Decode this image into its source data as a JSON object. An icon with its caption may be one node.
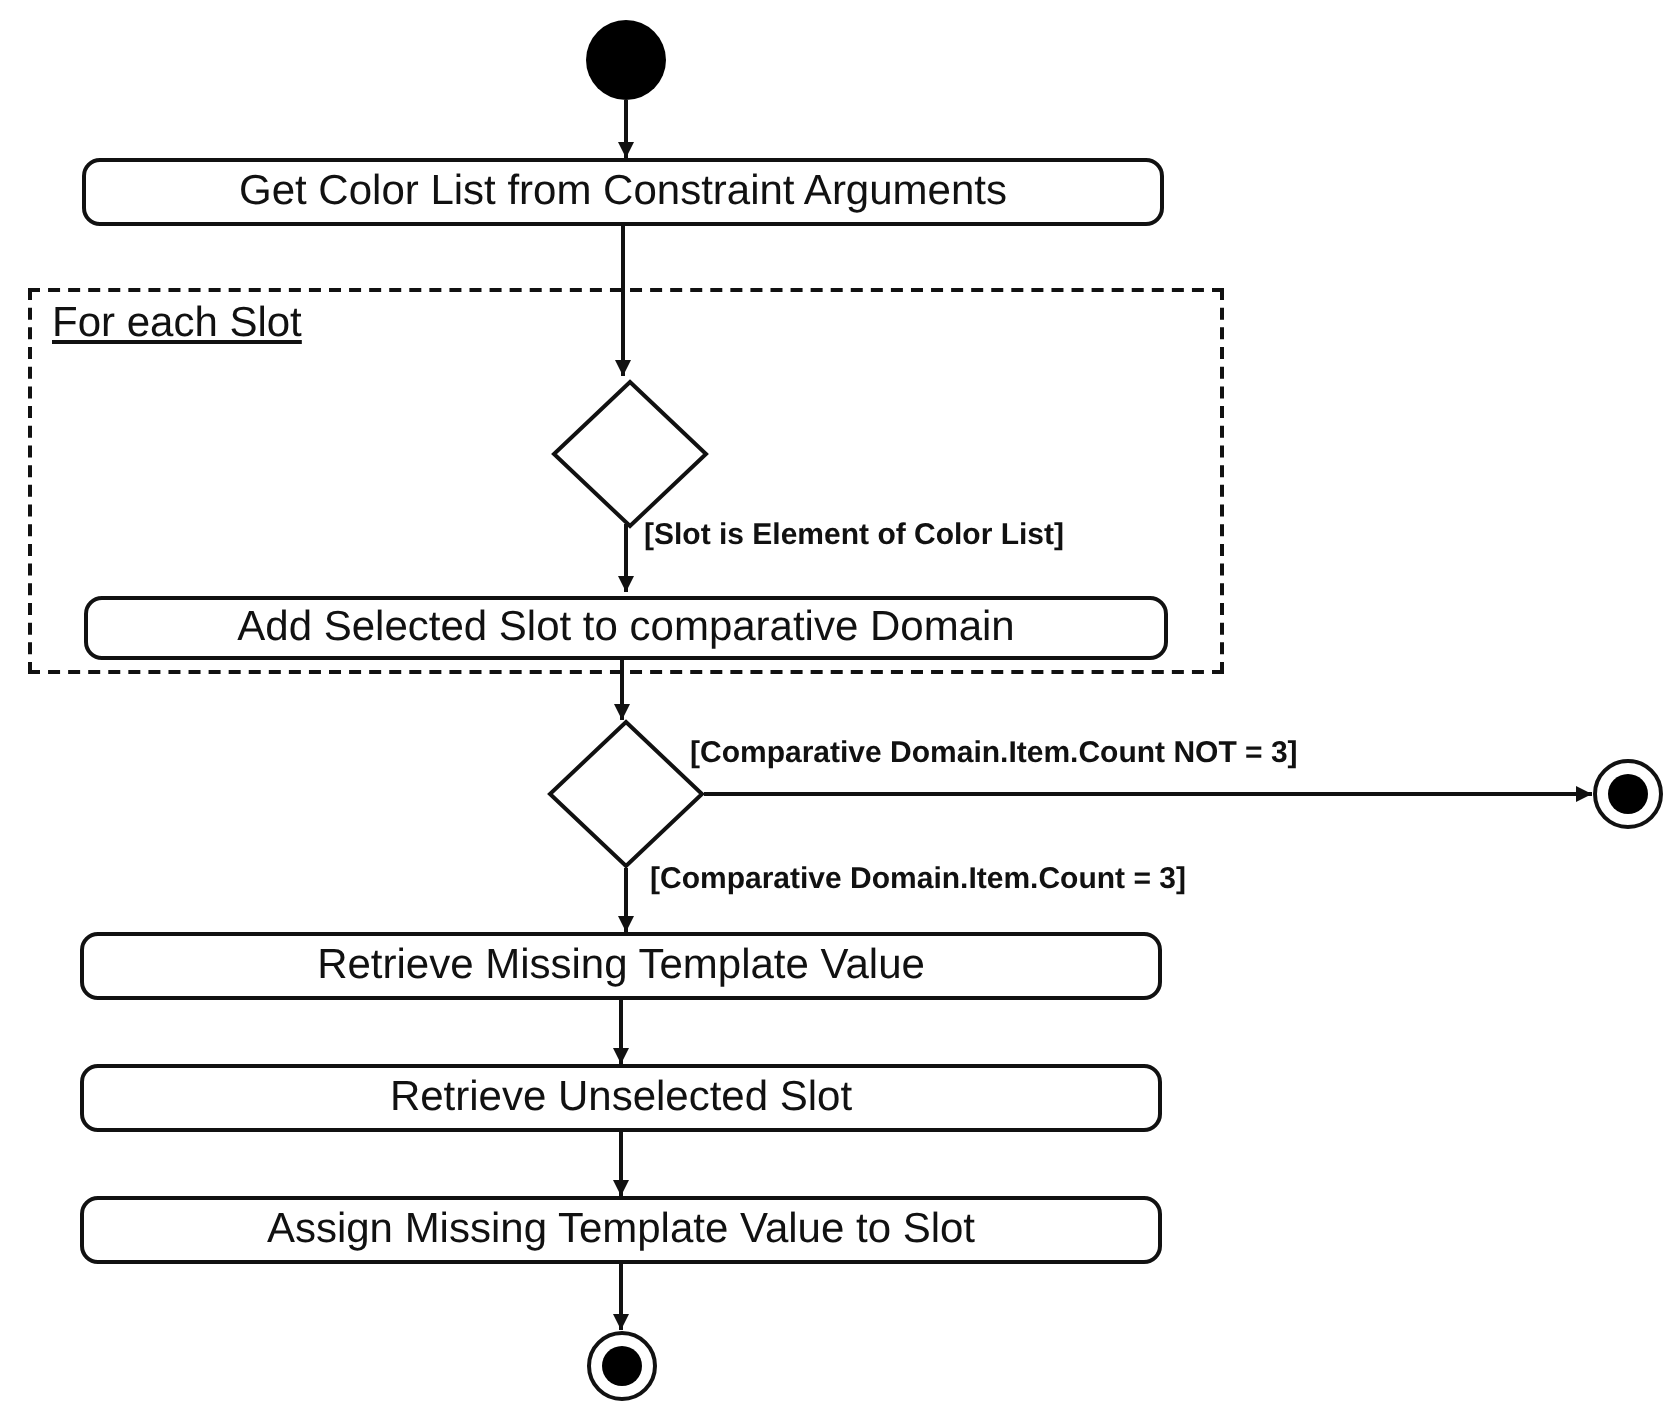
{
  "diagram": {
    "nodes": [
      {
        "text": [],
        "shape": "circle"
      },
      {
        "text": [
          "Get Color List from Constraint Arguments"
        ]
      },
      {
        "text": [
          "For each Slot"
        ]
      },
      {
        "text": [],
        "shape": "diamond",
        "in": 2
      },
      {
        "text": [
          "Add Selected Slot to comparative Domain"
        ],
        "in": 2
      },
      {
        "text": [],
        "shape": "diamond"
      },
      {
        "text": [],
        "shape": "circle"
      },
      {
        "text": [
          "Retrieve Missing Template Value"
        ]
      },
      {
        "text": [
          "Retrieve Unselected Slot"
        ]
      },
      {
        "text": [
          "Assign Missing Template Value to Slot"
        ]
      },
      {
        "text": [],
        "shape": "circle"
      }
    ],
    "edges": [
      {
        "from": 0,
        "to": 1,
        "arrow": "to"
      },
      {
        "from": 1,
        "to": 3,
        "arrow": "to"
      },
      {
        "from": 3,
        "to": 4,
        "arrow": "to",
        "label": "[Slot is Element of Color List]"
      },
      {
        "from": 4,
        "to": 5,
        "arrow": "to"
      },
      {
        "from": 5,
        "to": 6,
        "arrow": "to",
        "label": "[Comparative Domain.Item.Count NOT = 3]"
      },
      {
        "from": 5,
        "to": 7,
        "arrow": "to",
        "label": "[Comparative Domain.Item.Count = 3]"
      },
      {
        "from": 7,
        "to": 8,
        "arrow": "to"
      },
      {
        "from": 8,
        "to": 9,
        "arrow": "to"
      },
      {
        "from": 9,
        "to": 10,
        "arrow": "to"
      }
    ]
  }
}
